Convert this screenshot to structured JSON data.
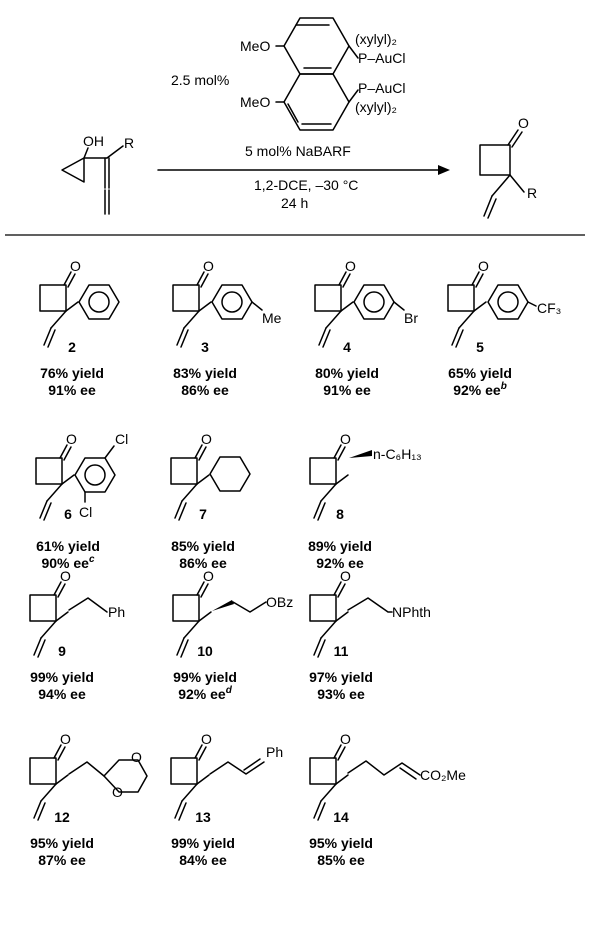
{
  "reaction": {
    "catalyst_loading": "2.5 mol%",
    "ligand_labels": [
      "MeO",
      "MeO",
      "(xylyl)₂",
      "P–AuCl",
      "P–AuCl",
      "(xylyl)₂"
    ],
    "additive": "5 mol% NaBARF",
    "solvent_temp": "1,2-DCE, –30 °C",
    "time": "24 h",
    "substrate_labels": {
      "hydroxyl": "OH",
      "r_group": "R"
    },
    "product_labels": {
      "carbonyl": "O",
      "r_group": "R"
    }
  },
  "products": [
    {
      "id": "2",
      "yield": "76% yield",
      "ee": "91% ee",
      "note": ""
    },
    {
      "id": "3",
      "yield": "83% yield",
      "ee": "86% ee",
      "note": "",
      "substituent": "Me"
    },
    {
      "id": "4",
      "yield": "80% yield",
      "ee": "91% ee",
      "note": "",
      "substituent": "Br"
    },
    {
      "id": "5",
      "yield": "65% yield",
      "ee": "92% ee",
      "note": "b",
      "substituent": "CF₃"
    },
    {
      "id": "6",
      "yield": "61% yield",
      "ee": "90% ee",
      "note": "c",
      "substituent": "Cl"
    },
    {
      "id": "7",
      "yield": "85% yield",
      "ee": "86% ee",
      "note": ""
    },
    {
      "id": "8",
      "yield": "89% yield",
      "ee": "92% ee",
      "note": "",
      "substituent": "n-C₆H₁₃"
    },
    {
      "id": "9",
      "yield": "99% yield",
      "ee": "94% ee",
      "note": "",
      "substituent": "Ph"
    },
    {
      "id": "10",
      "yield": "99% yield",
      "ee": "92% ee",
      "note": "d",
      "substituent": "OBz"
    },
    {
      "id": "11",
      "yield": "97% yield",
      "ee": "93% ee",
      "note": "",
      "substituent": "NPhth"
    },
    {
      "id": "12",
      "yield": "95% yield",
      "ee": "87% ee",
      "note": "",
      "substituent": "O"
    },
    {
      "id": "13",
      "yield": "99% yield",
      "ee": "84% ee",
      "note": "",
      "substituent": "Ph"
    },
    {
      "id": "14",
      "yield": "95% yield",
      "ee": "85% ee",
      "note": "",
      "substituent": "CO₂Me"
    }
  ]
}
